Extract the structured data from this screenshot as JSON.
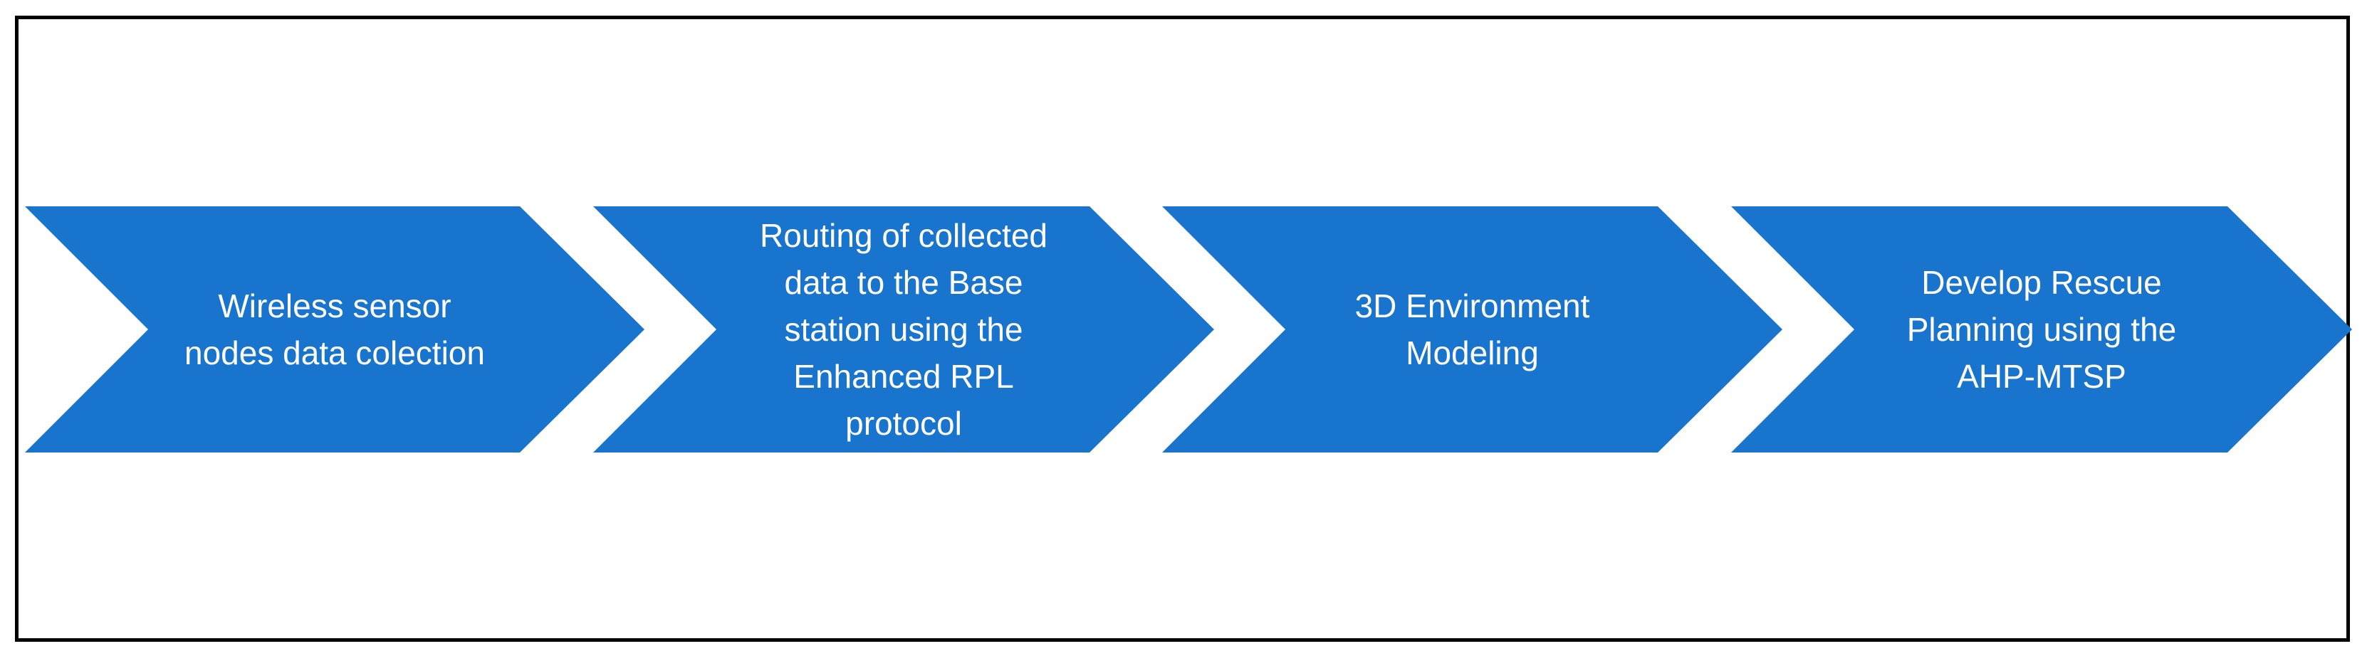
{
  "diagram": {
    "arrow_color": "#1874CD",
    "border_color": "#000000",
    "text_color": "#FFFFFF",
    "steps": [
      {
        "label": "Wireless sensor\nnodes data colection"
      },
      {
        "label": "Routing of collected\ndata to the Base\nstation using the\nEnhanced RPL\nprotocol"
      },
      {
        "label": "3D Environment\nModeling"
      },
      {
        "label": "Develop Rescue\nPlanning using the\nAHP-MTSP"
      }
    ]
  }
}
